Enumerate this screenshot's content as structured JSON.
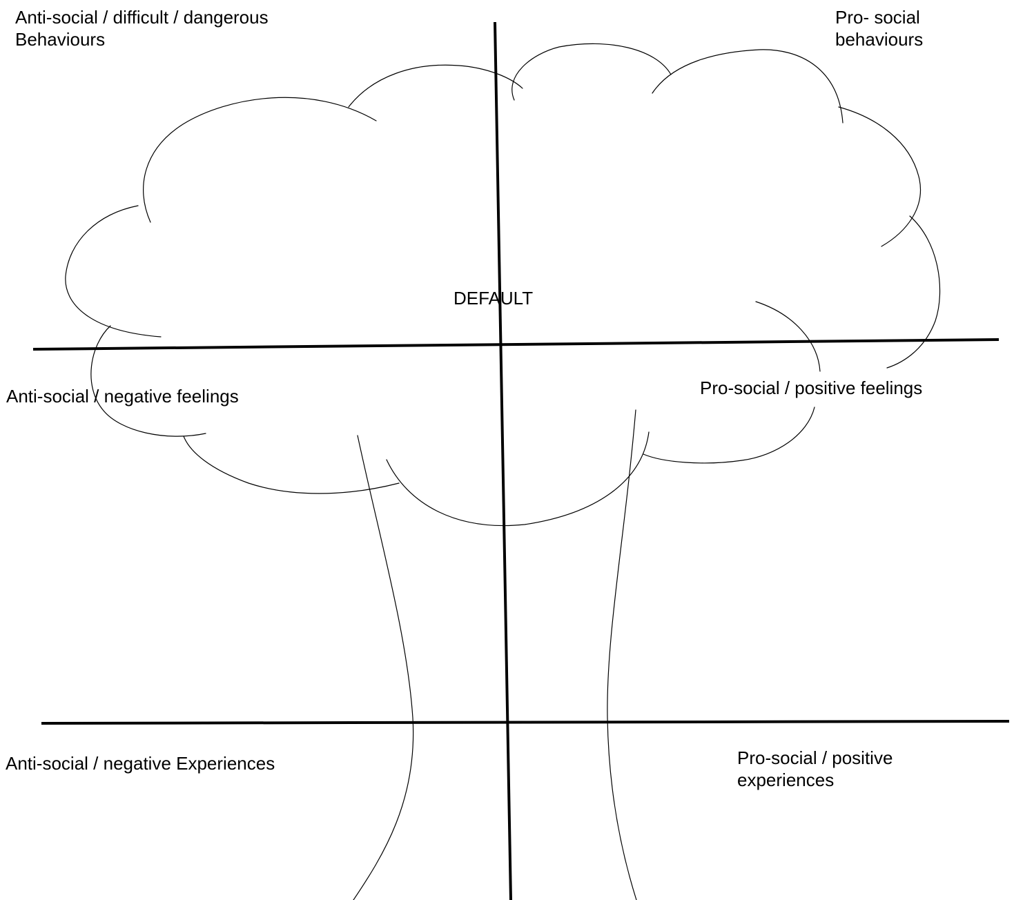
{
  "labels": {
    "top_left": [
      "Anti-social / difficult / dangerous",
      "Behaviours"
    ],
    "top_right": [
      "Pro- social",
      "behaviours"
    ],
    "center": "DEFAULT",
    "middle_left": "Anti-social / negative feelings",
    "middle_right": "Pro-social / positive feelings",
    "bottom_left": "Anti-social / negative Experiences",
    "bottom_right": [
      "Pro-social / positive",
      "experiences"
    ]
  },
  "colors": {
    "background": "#ffffff",
    "ink": "#000000"
  }
}
